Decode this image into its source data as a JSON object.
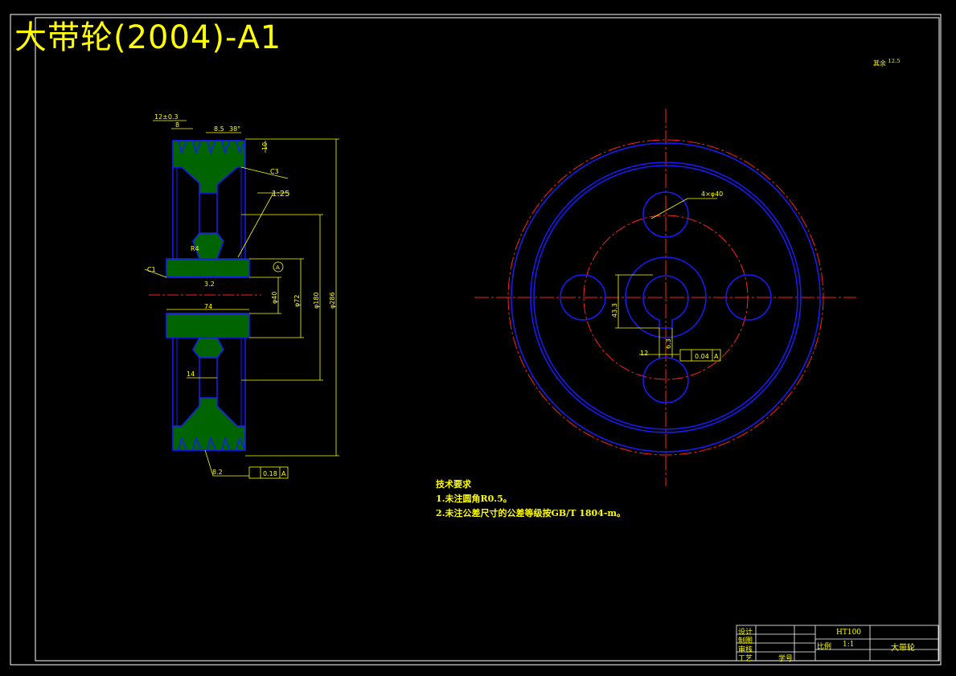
{
  "title": "大带轮(2004)-A1",
  "roughness_note": "其余",
  "roughness_value": "12.5",
  "technical_requirements": {
    "heading": "技术要求",
    "items": [
      "1.未注圆角R0.5。",
      "2.未注公差尺寸的公差等级按GB/T 1804-m。"
    ]
  },
  "dimensions": {
    "groove_pitch": "12±0.3",
    "edge": "8",
    "groove_depth": "8.5",
    "groove_angle": "38°",
    "rim_offset": "10",
    "chamfer_c3": "C3",
    "taper": "1:25",
    "fillet": "R4",
    "chamfer_c1": "C1",
    "roughness_bore": "3.2",
    "hub_length": "74",
    "hub_width": "14",
    "datum": "A",
    "d_bore": "φ40",
    "d_hub": "φ72",
    "d_web": "φ180",
    "d_outer": "φ286",
    "groove_bottom": "8.2",
    "runout_tol": "0.18",
    "hole_pattern": "4×φ40",
    "keyway_depth": "43.3",
    "keyway_width": "12",
    "key_roughness": "6.3",
    "symmetry_tol": "0.04"
  },
  "title_block": {
    "design": "设计",
    "drawing": "制图",
    "review": "审核",
    "process": "工艺",
    "material": "HT100",
    "scale_label": "比例",
    "scale_value": "1:1",
    "part_name": "大带轮",
    "student_no": "学号"
  },
  "colors": {
    "outline": "#1a1aff",
    "centerline": "#ff2020",
    "dim": "#ffff00",
    "hatch": "#00c000",
    "frame": "#ffffff"
  }
}
